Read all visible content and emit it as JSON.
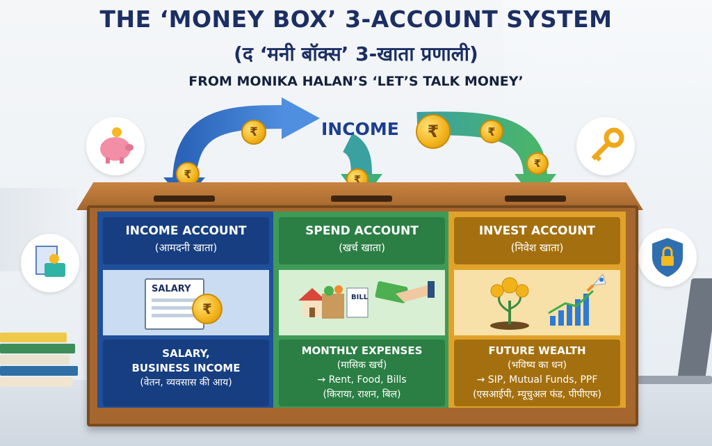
{
  "title": {
    "line1": "THE ‘MONEY BOX’ 3-ACCOUNT SYSTEM",
    "line2": "(द ‘मनी बॉक्स’ 3-खाता प्रणाली)",
    "line3": "FROM MONIKA HALAN’S ‘LET’S TALK MONEY’"
  },
  "flow_label": "INCOME",
  "coin_symbol": "₹",
  "salary_doc_label": "SALARY",
  "bill_label": "BILL",
  "accounts": [
    {
      "name": "INCOME ACCOUNT",
      "name_hi": "(आमदनी खाता)",
      "desc_lines": [
        "SALARY,",
        "BUSINESS INCOME",
        "(वेतन, व्यवसास की आय)"
      ],
      "color": "#1f4f9a"
    },
    {
      "name": "SPEND ACCOUNT",
      "name_hi": "(खर्च खाता)",
      "desc_lines": [
        "MONTHLY EXPENSES",
        "(मासिक खर्च)",
        "→ Rent, Food, Bills",
        "(किराया, राशन, बिल)"
      ],
      "color": "#3e9a57"
    },
    {
      "name": "INVEST ACCOUNT",
      "name_hi": "(निवेश खाता)",
      "desc_lines": [
        "FUTURE WEALTH",
        "(भविष्य का धन)",
        "→ SIP, Mutual Funds, PPF",
        "(एसआईपी, म्यूचुअल फंड, पीपीएफ)"
      ],
      "color": "#e0a22a"
    }
  ],
  "icons": [
    "piggy-bank-icon",
    "key-icon",
    "document-card-icon",
    "shield-lock-icon",
    "rocket-icon",
    "house-icon",
    "grocery-bag-icon",
    "hand-cash-icon",
    "money-tree-icon",
    "bar-chart-icon"
  ]
}
